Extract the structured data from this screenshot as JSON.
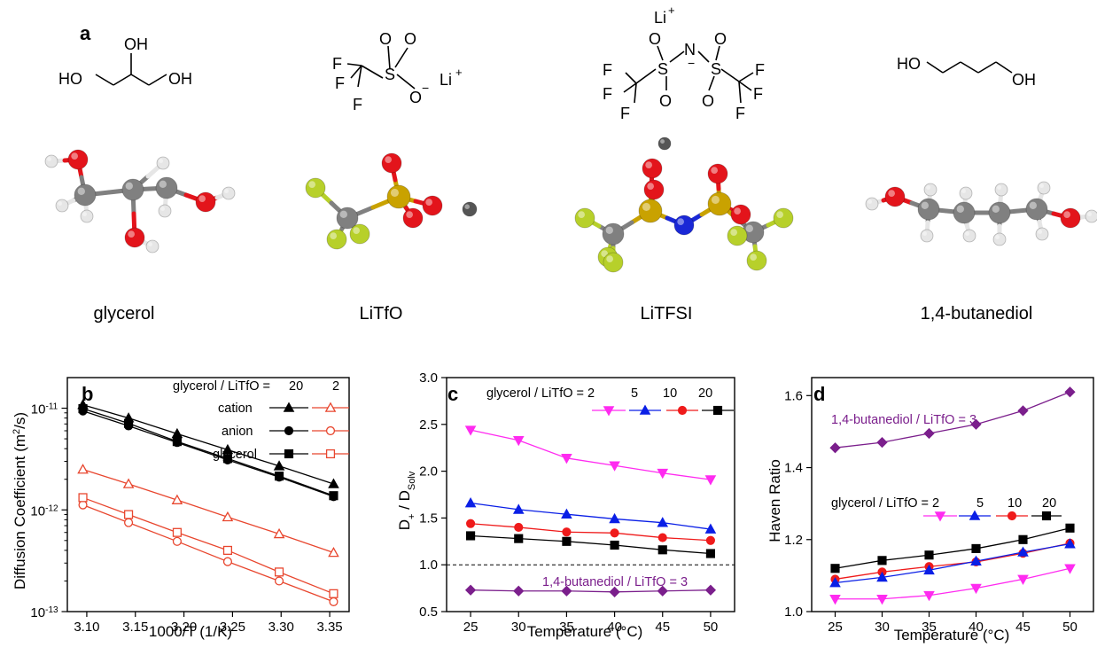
{
  "panel_a": {
    "letter": "a",
    "molecules": [
      {
        "name": "glycerol",
        "formula_labels": [
          "OH",
          "HO",
          "OH"
        ]
      },
      {
        "name": "LiTfO",
        "formula_labels": [
          "F",
          "F",
          "F",
          "S",
          "O",
          "O",
          "O",
          "−",
          "Li",
          "+"
        ]
      },
      {
        "name": "LiTFSI",
        "formula_labels": [
          "Li",
          "+",
          "F",
          "F",
          "F",
          "S",
          "O",
          "O",
          "N",
          "−",
          "S",
          "O",
          "O",
          "F",
          "F",
          "F"
        ]
      },
      {
        "name": "1,4-butanediol",
        "formula_labels": [
          "HO",
          "OH"
        ]
      }
    ],
    "atom_colors": {
      "O": "#e3141b",
      "C": "#808080",
      "H": "#e6e6e6",
      "F": "#b7d02a",
      "S": "#c9a200",
      "N": "#1a28d6",
      "Li": "#555555"
    }
  },
  "chart_data": [
    {
      "panel": "b",
      "type": "line",
      "xlabel": "1000/T (1/K)",
      "ylabel": "Diffusion Coefficient (m²/s)",
      "ylabel_parts": {
        "main": "Diffusion Coefficient (m",
        "sup": "2",
        "tail": "/s)"
      },
      "log_y": true,
      "xlim": [
        3.08,
        3.37
      ],
      "ylim": [
        1e-13,
        2e-11
      ],
      "xticks": [
        "3.10",
        "3.15",
        "3.20",
        "3.25",
        "3.30",
        "3.35"
      ],
      "yticks": [
        {
          "base": "10",
          "exp": "-11",
          "value": 1e-11
        },
        {
          "base": "10",
          "exp": "-12",
          "value": 1e-12
        },
        {
          "base": "10",
          "exp": "-13",
          "value": 1e-13
        }
      ],
      "legend": {
        "header": "glycerol / LiTfO =",
        "col1": "20",
        "col2": "2",
        "rows": [
          "cation",
          "anion",
          "glycerol"
        ]
      },
      "x": [
        3.096,
        3.143,
        3.193,
        3.245,
        3.298,
        3.354
      ],
      "series": [
        {
          "name": "cation",
          "ratio": "20",
          "marker": "triangle-filled",
          "color": "#000000",
          "values": [
            1.08e-11,
            8e-12,
            5.6e-12,
            3.9e-12,
            2.7e-12,
            1.8e-12
          ]
        },
        {
          "name": "anion",
          "ratio": "20",
          "marker": "circle-filled",
          "color": "#000000",
          "values": [
            9.4e-12,
            6.7e-12,
            4.6e-12,
            3.1e-12,
            2.1e-12,
            1.35e-12
          ]
        },
        {
          "name": "glycerol",
          "ratio": "20",
          "marker": "square-filled",
          "color": "#000000",
          "values": [
            9.9e-12,
            7.1e-12,
            4.7e-12,
            3.2e-12,
            2.15e-12,
            1.38e-12
          ]
        },
        {
          "name": "cation",
          "ratio": "2",
          "marker": "triangle-open",
          "color": "#e8462e",
          "values": [
            2.5e-12,
            1.8e-12,
            1.25e-12,
            8.5e-13,
            5.8e-13,
            3.8e-13
          ]
        },
        {
          "name": "anion",
          "ratio": "2",
          "marker": "circle-open",
          "color": "#e8462e",
          "values": [
            1.12e-12,
            7.5e-13,
            4.9e-13,
            3.1e-13,
            2e-13,
            1.25e-13
          ]
        },
        {
          "name": "glycerol",
          "ratio": "2",
          "marker": "square-open",
          "color": "#e8462e",
          "values": [
            1.32e-12,
            9e-13,
            6e-13,
            4e-13,
            2.45e-13,
            1.5e-13
          ]
        }
      ]
    },
    {
      "panel": "c",
      "type": "line",
      "xlabel": "Temperature (°C)",
      "ylabel_parts": {
        "main": "D",
        "sub1": "+",
        "mid": " / D",
        "sub2": "Solv"
      },
      "xlim": [
        22.5,
        52.5
      ],
      "ylim": [
        0.5,
        3.0
      ],
      "xticks": [
        "25",
        "30",
        "35",
        "40",
        "45",
        "50"
      ],
      "yticks": [
        "0.5",
        "1.0",
        "1.5",
        "2.0",
        "2.5",
        "3.0"
      ],
      "reference_line": 1.0,
      "legend": {
        "header": "glycerol / LiTfO = 2",
        "labels": [
          "5",
          "10",
          "20"
        ]
      },
      "annotation": "1,4-butanediol / LiTfO = 3",
      "x": [
        25,
        30,
        35,
        40,
        45,
        50
      ],
      "series": [
        {
          "name": "2",
          "marker": "triangle-down",
          "color": "#ff2bf0",
          "values": [
            2.44,
            2.33,
            2.14,
            2.06,
            1.98,
            1.91
          ]
        },
        {
          "name": "5",
          "marker": "triangle-up",
          "color": "#0a1fe6",
          "values": [
            1.66,
            1.59,
            1.54,
            1.49,
            1.45,
            1.38
          ]
        },
        {
          "name": "10",
          "marker": "circle",
          "color": "#ef1b1b",
          "values": [
            1.44,
            1.4,
            1.35,
            1.34,
            1.29,
            1.26
          ]
        },
        {
          "name": "20",
          "marker": "square",
          "color": "#000000",
          "values": [
            1.31,
            1.28,
            1.25,
            1.21,
            1.16,
            1.12
          ]
        },
        {
          "name": "1,4-butanediol / LiTfO = 3",
          "marker": "diamond",
          "color": "#7b1f8c",
          "values": [
            0.73,
            0.72,
            0.72,
            0.71,
            0.72,
            0.73
          ]
        }
      ]
    },
    {
      "panel": "d",
      "type": "line",
      "xlabel": "Temperature (°C)",
      "ylabel": "Haven Ratio",
      "xlim": [
        22.5,
        52.5
      ],
      "ylim": [
        1.0,
        1.65
      ],
      "xticks": [
        "25",
        "30",
        "35",
        "40",
        "45",
        "50"
      ],
      "yticks": [
        "1.0",
        "1.2",
        "1.4",
        "1.6"
      ],
      "legend": {
        "header": "glycerol / LiTfO = 2",
        "labels": [
          "5",
          "10",
          "20"
        ]
      },
      "annotation": "1,4-butanediol / LiTfO = 3",
      "x": [
        25,
        30,
        35,
        40,
        45,
        50
      ],
      "series": [
        {
          "name": "1,4-butanediol / LiTfO = 3",
          "marker": "diamond",
          "color": "#7b1f8c",
          "values": [
            1.455,
            1.47,
            1.495,
            1.52,
            1.558,
            1.61
          ]
        },
        {
          "name": "20",
          "marker": "square",
          "color": "#000000",
          "values": [
            1.12,
            1.142,
            1.157,
            1.175,
            1.2,
            1.232
          ]
        },
        {
          "name": "10",
          "marker": "circle",
          "color": "#ef1b1b",
          "values": [
            1.09,
            1.11,
            1.125,
            1.138,
            1.162,
            1.19
          ]
        },
        {
          "name": "5",
          "marker": "triangle-up",
          "color": "#0a1fe6",
          "values": [
            1.08,
            1.095,
            1.115,
            1.14,
            1.165,
            1.188
          ]
        },
        {
          "name": "2",
          "marker": "triangle-down",
          "color": "#ff2bf0",
          "values": [
            1.035,
            1.035,
            1.045,
            1.065,
            1.09,
            1.12
          ]
        }
      ]
    }
  ]
}
